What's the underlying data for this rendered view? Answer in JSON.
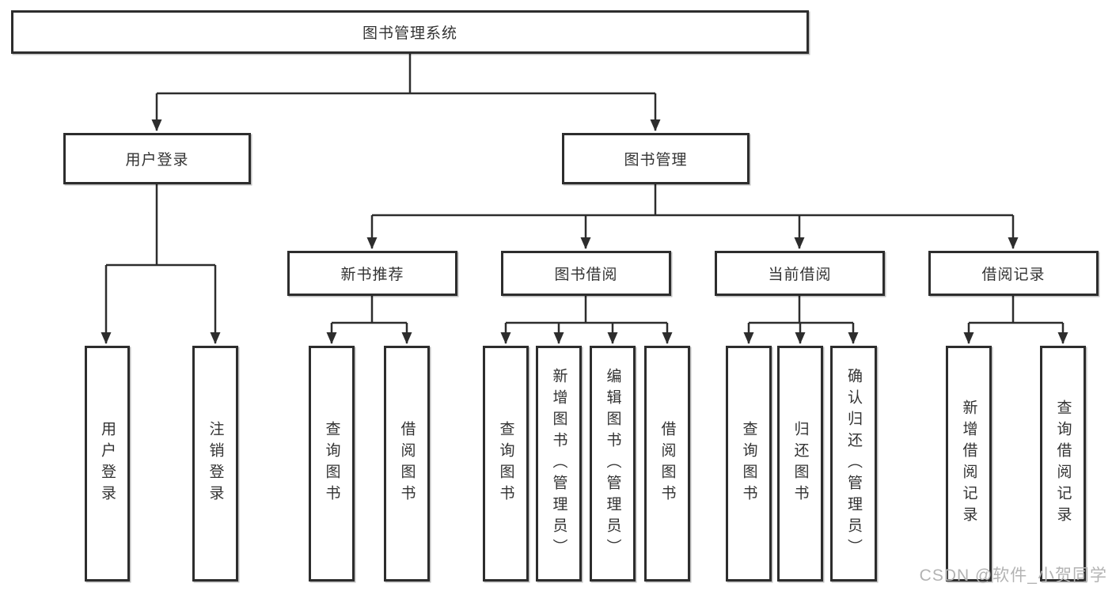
{
  "colors": {
    "line": "#2d2d2d",
    "node_border": "#2d2d2d",
    "node_text": "#333333",
    "watermark_text": "#b3b3b3",
    "background": "#ffffff"
  },
  "tree": {
    "label": "图书管理系统",
    "children": [
      {
        "label": "用户登录",
        "children": [
          {
            "label": "用户登录"
          },
          {
            "label": "注销登录"
          }
        ]
      },
      {
        "label": "图书管理",
        "children": [
          {
            "label": "新书推荐",
            "children": [
              {
                "label": "查询图书"
              },
              {
                "label": "借阅图书"
              }
            ]
          },
          {
            "label": "图书借阅",
            "children": [
              {
                "label": "查询图书"
              },
              {
                "label": "新增图书（管理员）"
              },
              {
                "label": "编辑图书（管理员）"
              },
              {
                "label": "借阅图书"
              }
            ]
          },
          {
            "label": "当前借阅",
            "children": [
              {
                "label": "查询图书"
              },
              {
                "label": "归还图书"
              },
              {
                "label": "确认归还（管理员）"
              }
            ]
          },
          {
            "label": "借阅记录",
            "children": [
              {
                "label": "新增借阅记录"
              },
              {
                "label": "查询借阅记录"
              }
            ]
          }
        ]
      }
    ]
  },
  "watermark": {
    "text": "CSDN @软件_小贺同学"
  }
}
